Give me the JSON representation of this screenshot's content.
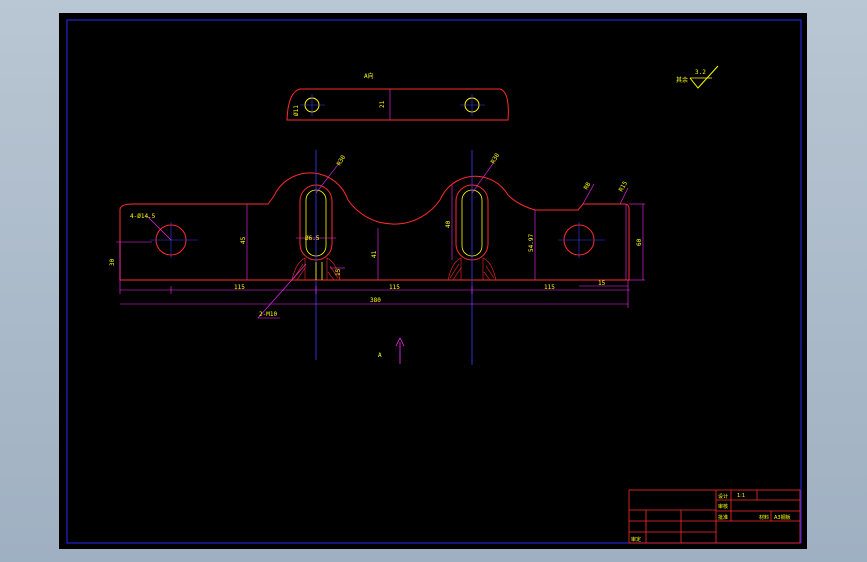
{
  "colors": {
    "sheet_bg": "#000000",
    "frame": "#2a2aff",
    "outline": "#ff2a2a",
    "dimension": "#ff2aff",
    "centerline": "#3a3aff",
    "text": "#ffff00",
    "hatch": "#ff2a2a"
  },
  "top_view": {
    "label": "A向",
    "dims": {
      "hole_left": "Ø11",
      "height": "21"
    }
  },
  "roughness": {
    "prefix": "其余",
    "value": "3.2"
  },
  "front_view": {
    "dims": {
      "hole_callout": "4-Ø14.5",
      "h_left": "30",
      "h_mid1": "45",
      "slot_width": "Ø6.5",
      "notch": "15",
      "h_mid2": "41",
      "h_slot": "40",
      "h_right1": "54.97",
      "h_right2": "60",
      "r1": "R30",
      "r2": "R30",
      "r3": "R8",
      "r4": "R15",
      "s1": "115",
      "s2": "115",
      "s3": "115",
      "s4": "15",
      "total": "380",
      "leader": "2-M10"
    },
    "view_arrow_label": "A"
  },
  "title_block": {
    "labels": [
      "设计",
      "审核",
      "批准",
      "审定"
    ],
    "scale": "1:1",
    "material_label": "材料",
    "material": "A3钢板"
  }
}
